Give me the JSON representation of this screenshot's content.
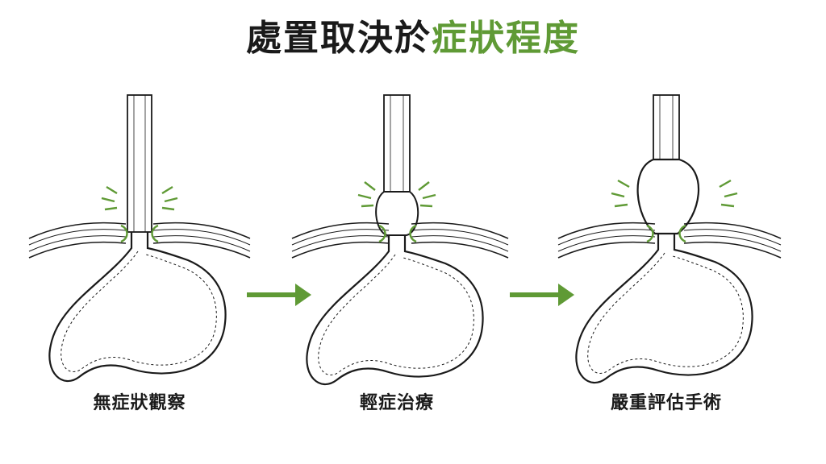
{
  "title": {
    "main": "處置取決於",
    "accent": "症狀程度"
  },
  "stages": [
    {
      "label": "無症狀觀察"
    },
    {
      "label": "輕症治療"
    },
    {
      "label": "嚴重評估手術"
    }
  ],
  "colors": {
    "accent": "#5f9a35",
    "ink": "#1a1a1a"
  }
}
